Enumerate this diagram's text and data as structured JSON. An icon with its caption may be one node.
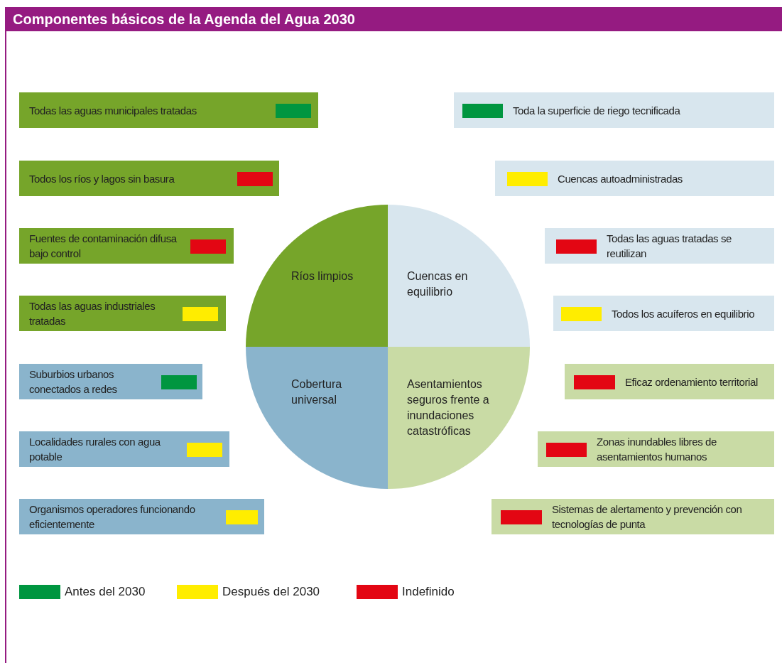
{
  "diagram": {
    "title": "Componentes básicos de la Agenda del Agua 2030",
    "nodes": [
      {
        "text": [
          "Todas las aguas municipales tratadas"
        ]
      },
      {
        "text": [
          "Todos los ríos y lagos sin basura"
        ]
      },
      {
        "text": [
          "Fuentes de contaminación difusa bajo control"
        ]
      },
      {
        "text": [
          "Todas las aguas industriales tratadas"
        ]
      },
      {
        "text": [
          "Suburbios urbanos conectados a redes"
        ]
      },
      {
        "text": [
          "Localidades rurales con agua potable"
        ]
      },
      {
        "text": [
          "Organismos operadores funcionando eficientemente"
        ]
      },
      {
        "text": [
          "Ríos limpios"
        ]
      },
      {
        "text": [
          "Cuencas en equilibrio"
        ]
      },
      {
        "text": [
          "Cobertura universal"
        ]
      },
      {
        "text": [
          "Asentamientos seguros frente a inundaciones catastróficas"
        ]
      },
      {
        "text": [
          "Toda la superficie de riego tecnificada"
        ]
      },
      {
        "text": [
          "Cuencas autoadministradas"
        ]
      },
      {
        "text": [
          "Todas las aguas tratadas se reutilizan"
        ]
      },
      {
        "text": [
          "Todos los acuíferos en equilibrio"
        ]
      },
      {
        "text": [
          "Eficaz ordenamiento territorial"
        ]
      },
      {
        "text": [
          "Zonas inundables libres de asentamientos humanos"
        ]
      },
      {
        "text": [
          "Sistemas de alertamento y prevención con tecnologías de punta"
        ]
      }
    ],
    "legend": [
      {
        "text": "Antes del 2030",
        "color": "#009640"
      },
      {
        "text": "Después del 2030",
        "color": "#ffed00"
      },
      {
        "text": "Indefinido",
        "color": "#e30613"
      }
    ]
  }
}
